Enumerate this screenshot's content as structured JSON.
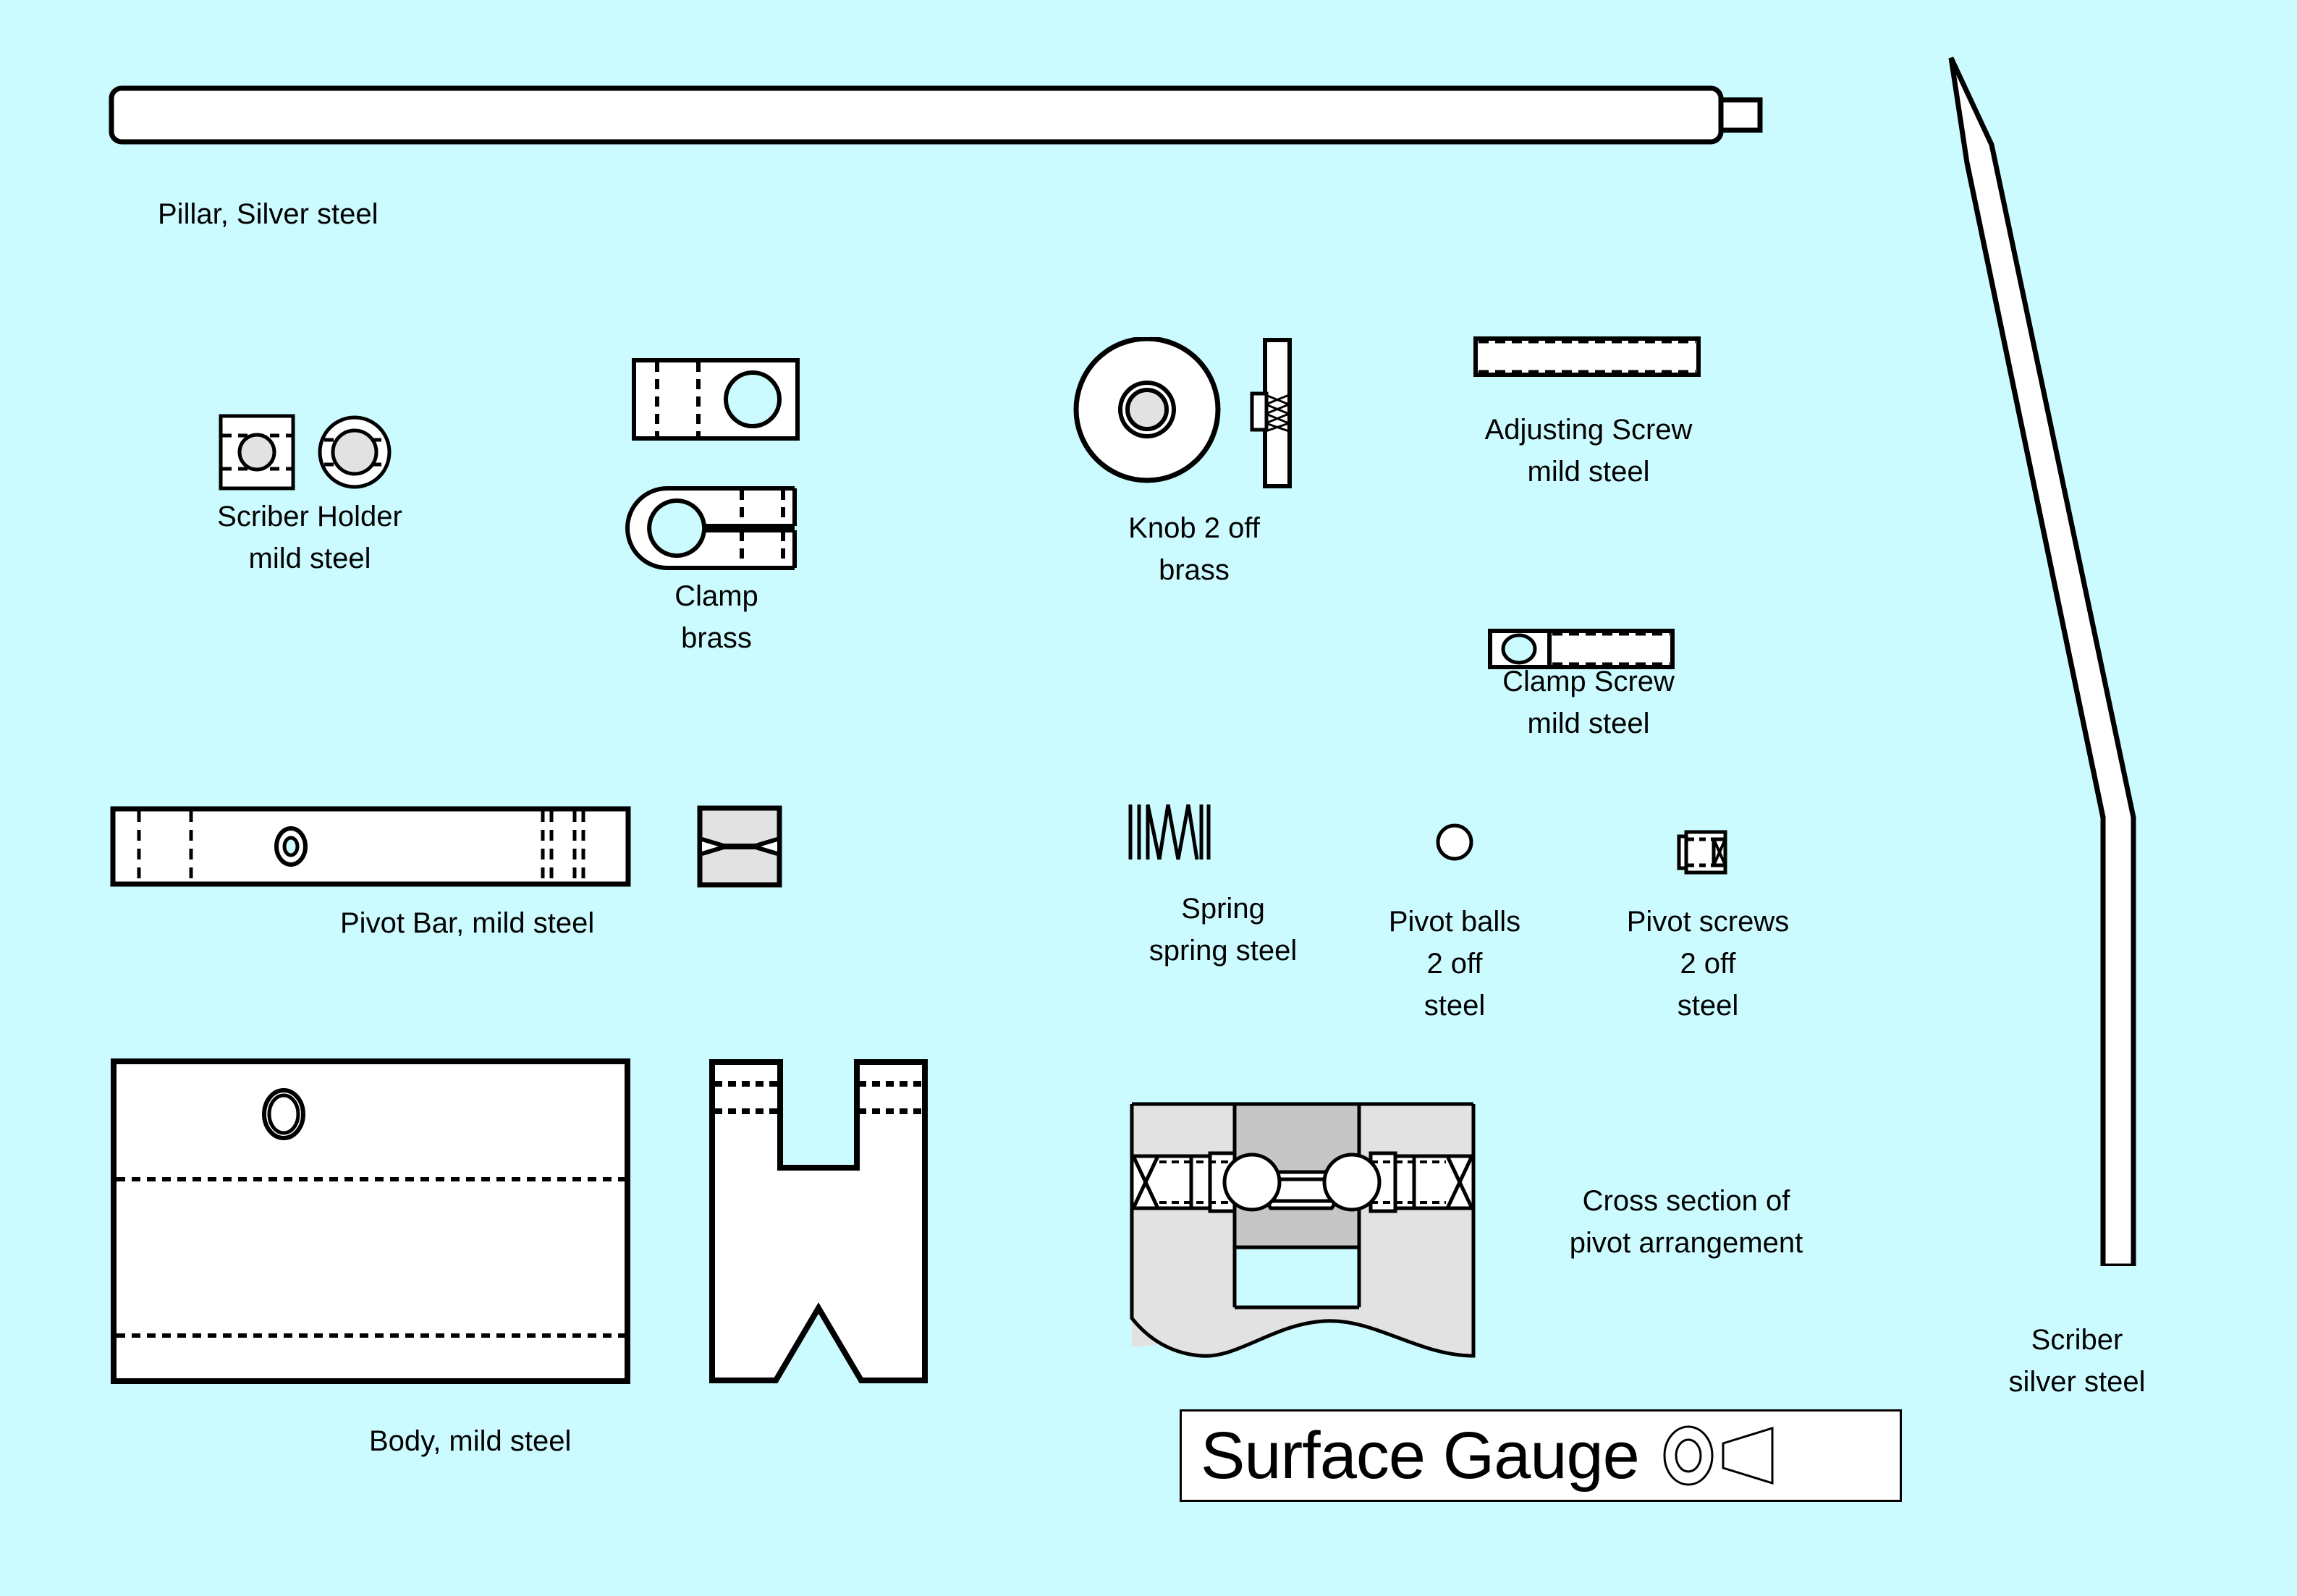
{
  "drawing": {
    "sheet_background": "#ccfbff",
    "line_color": "#000000",
    "part_fill": "#ffffff",
    "section_fill_light": "#e2e2e2",
    "section_fill_dark": "#c6c6c6",
    "detail_fill": "#e2e2e2"
  },
  "title_block": {
    "title": "Surface Gauge",
    "projection_symbol": "third-angle-projection-symbol"
  },
  "parts": [
    {
      "id": "pillar",
      "label": "Pillar, Silver steel",
      "name": "Pillar",
      "material": "Silver steel"
    },
    {
      "id": "scriber-holder",
      "label": "Scriber Holder\nmild steel",
      "name": "Scriber Holder",
      "material": "mild steel"
    },
    {
      "id": "clamp",
      "label": "Clamp\nbrass",
      "name": "Clamp",
      "material": "brass"
    },
    {
      "id": "knob",
      "label": "Knob 2 off\nbrass",
      "name": "Knob",
      "quantity": "2 off",
      "material": "brass"
    },
    {
      "id": "adjusting-screw",
      "label": "Adjusting Screw\nmild steel",
      "name": "Adjusting Screw",
      "material": "mild steel"
    },
    {
      "id": "clamp-screw",
      "label": "Clamp Screw\nmild steel",
      "name": "Clamp Screw",
      "material": "mild steel"
    },
    {
      "id": "pivot-bar",
      "label": "Pivot Bar, mild steel",
      "name": "Pivot Bar",
      "material": "mild steel"
    },
    {
      "id": "spring",
      "label": "Spring\nspring steel",
      "name": "Spring",
      "material": "spring steel"
    },
    {
      "id": "pivot-balls",
      "label": "Pivot balls\n2 off\nsteel",
      "name": "Pivot balls",
      "quantity": "2 off",
      "material": "steel"
    },
    {
      "id": "pivot-screws",
      "label": "Pivot screws\n2 off\nsteel",
      "name": "Pivot screws",
      "quantity": "2 off",
      "material": "steel"
    },
    {
      "id": "body",
      "label": "Body, mild steel",
      "name": "Body",
      "material": "mild steel"
    },
    {
      "id": "pivot-cross-section",
      "label": "Cross section of\npivot arrangement",
      "name": "Cross section of pivot arrangement"
    },
    {
      "id": "scriber",
      "label": "Scriber\nsilver steel",
      "name": "Scriber",
      "material": "silver steel"
    }
  ],
  "labels": {
    "pillar": "Pillar, Silver steel",
    "scriber_holder": "Scriber Holder",
    "scriber_holder_material": "mild steel",
    "clamp": "Clamp",
    "clamp_material": "brass",
    "knob": "Knob 2 off",
    "knob_material": "brass",
    "adjusting_screw": "Adjusting Screw",
    "adjusting_screw_material": "mild steel",
    "clamp_screw": "Clamp Screw",
    "clamp_screw_material": "mild steel",
    "pivot_bar": "Pivot Bar, mild steel",
    "spring": "Spring",
    "spring_material": "spring steel",
    "pivot_balls": "Pivot balls",
    "pivot_balls_qty": "2 off",
    "pivot_balls_material": "steel",
    "pivot_screws": "Pivot screws",
    "pivot_screws_qty": "2 off",
    "pivot_screws_material": "steel",
    "body": "Body, mild steel",
    "cross_section_line1": "Cross section of",
    "cross_section_line2": "pivot arrangement",
    "scriber": "Scriber",
    "scriber_material": "silver steel"
  }
}
